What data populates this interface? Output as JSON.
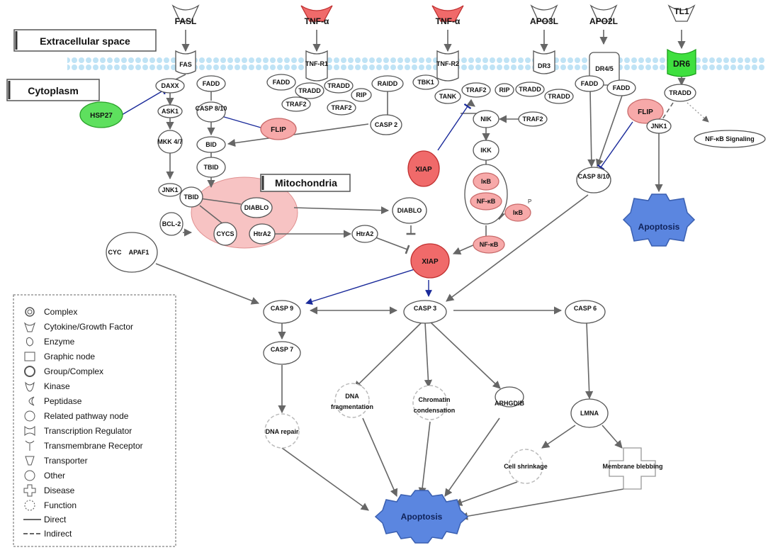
{
  "regions": {
    "extracellular": "Extracellular space",
    "cytoplasm": "Cytoplasm",
    "mitochondria": "Mitochondria"
  },
  "ligands": [
    "FASL",
    "TNF-α",
    "TNF-α",
    "APO3L",
    "APO2L",
    "TL1"
  ],
  "receptors": [
    "FAS",
    "TNF-R1",
    "TNF-R2",
    "DR3",
    "DR4/5",
    "DR6"
  ],
  "nodes": {
    "daxx": "DAXX",
    "fadd1": "FADD",
    "ask1": "ASK1",
    "casp810a": "CASP 8/10",
    "hsp27": "HSP27",
    "flip1": "FLIP",
    "mkk": "MKK 4/7",
    "bid": "BID",
    "tbid1": "TBID",
    "jnk1a": "JNK1",
    "tbid2": "TBID",
    "bcl2": "BCL-2",
    "cycs": "CYCS",
    "diablo1": "DIABLO",
    "htra2a": "HtrA2",
    "cyc": "CYC",
    "apaf1": "APAF1",
    "fadd2": "FADD",
    "tradd1": "TRADD",
    "traf2a": "TRAF2",
    "tradd2": "TRADD",
    "rip1": "RIP",
    "traf2b": "TRAF2",
    "raidd": "RAIDD",
    "casp2": "CASP 2",
    "tbk1": "TBK1",
    "tank": "TANK",
    "traf2c": "TRAF2",
    "rip2": "RIP",
    "tradd3": "TRADD",
    "tradd4": "TRADD",
    "traf2d": "TRAF2",
    "nik": "NIK",
    "ikk": "IKK",
    "ikb1": "IκB",
    "nfkb1": "NF-κB",
    "ikb2": "IκB",
    "p": "P",
    "nfkb2": "NF-κB",
    "xiap1": "XIAP",
    "diablo2": "DIABLO",
    "htra2b": "HtrA2",
    "xiap2": "XIAP",
    "fadd3": "FADD",
    "fadd4": "FADD",
    "flip2": "FLIP",
    "casp810b": "CASP 8/10",
    "tradd5": "TRADD",
    "jnk1b": "JNK1",
    "nfkbsig": "NF-κB Signaling",
    "apoptosis1": "Apoptosis",
    "casp9": "CASP 9",
    "casp3": "CASP 3",
    "casp6": "CASP 6",
    "casp7": "CASP 7",
    "dnafrag": "DNA fragmentation",
    "chromatin": "Chromatin condensation",
    "arhgdib": "ARHGDIB",
    "dnarepair": "DNA repair",
    "lmna": "LMNA",
    "shrink": "Cell shrinkage",
    "bleb": "Membrane blebbing",
    "apoptosis2": "Apoptosis"
  },
  "legend": [
    "Complex",
    "Cytokine/Growth Factor",
    "Enzyme",
    "Graphic node",
    "Group/Complex",
    "Kinase",
    "Peptidase",
    "Related pathway node",
    "Transcription Regulator",
    "Transmembrane Receptor",
    "Transporter",
    "Other",
    "Disease",
    "Function",
    "Direct",
    "Indirect"
  ],
  "colors": {
    "membrane": "#bfe3f5",
    "upregulated": "#f06a6a",
    "light_red": "#f7a9a9",
    "green": "#5ee05e",
    "apoptosis_blue": "#5b86e0",
    "inhibit_blue": "#1a2a9a"
  }
}
